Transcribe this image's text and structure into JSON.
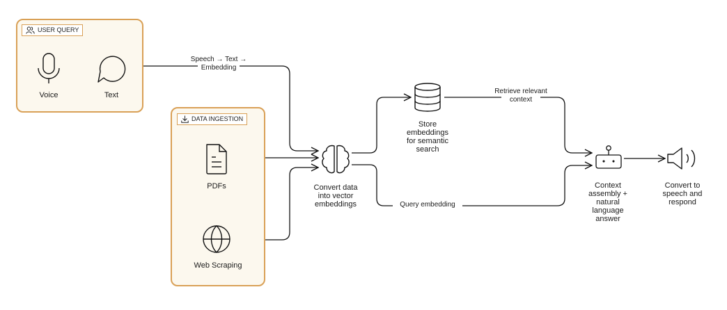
{
  "groups": {
    "user_query": {
      "title": "USER QUERY",
      "items": {
        "voice": "Voice",
        "text": "Text"
      }
    },
    "data_ingestion": {
      "title": "DATA INGESTION",
      "items": {
        "pdfs": "PDFs",
        "web": "Web Scraping"
      }
    }
  },
  "nodes": {
    "embed": {
      "l1": "Convert data",
      "l2": "into vector",
      "l3": "embeddings"
    },
    "store": {
      "l1": "Store",
      "l2": "embeddings",
      "l3": "for semantic",
      "l4": "search"
    },
    "context": {
      "l1": "Context",
      "l2": "assembly +",
      "l3": "natural",
      "l4": "language",
      "l5": "answer"
    },
    "speech": {
      "l1": "Convert to",
      "l2": "speech and",
      "l3": "respond"
    }
  },
  "edges": {
    "speech_text": {
      "l1": "Speech → Text →",
      "l2": "Embedding"
    },
    "retrieve": {
      "l1": "Retrieve relevant",
      "l2": "context"
    },
    "query": "Query embedding"
  },
  "icons": [
    "users-icon",
    "microphone-icon",
    "chat-bubble-icon",
    "download-icon",
    "document-icon",
    "globe-icon",
    "brain-icon",
    "database-icon",
    "robot-icon",
    "speaker-icon"
  ]
}
